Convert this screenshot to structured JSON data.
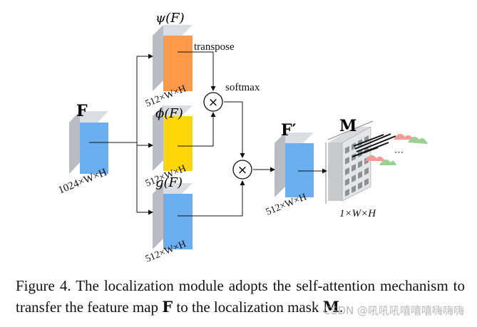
{
  "colors": {
    "blue": "#6aaef0",
    "orange": "#ff9a4a",
    "yellow": "#ffd60a",
    "side_gray": "#b9bcc2",
    "top_gray": "#dadde1",
    "line": "#111111",
    "watermark": "#a0a0a0"
  },
  "blocks": {
    "input": {
      "label_top": "F",
      "dim": "1024×W×H"
    },
    "psi": {
      "label_top": "ψ(F)",
      "dim": "512×W×H"
    },
    "phi": {
      "label_top": "ϕ(F)",
      "dim": "512×W×H"
    },
    "g": {
      "label_top": "g(F)",
      "dim": "512×W×H"
    },
    "fprime": {
      "label_top": "F′",
      "dim": "512×W×H"
    },
    "mask": {
      "label_top": "M",
      "dim": "1×W×H"
    }
  },
  "ops": {
    "transpose": "transpose",
    "softmax": "softmax",
    "mult_symbol": "×"
  },
  "caption": {
    "prefix": "Figure 4. The localization module adopts the self-attention mechanism to transfer the feature map ",
    "bold_f": "F",
    "middle": " to the localization mask ",
    "bold_m": "M",
    "suffix": "."
  },
  "watermark": "CSDN @吼吼吼嘻嘻嘻嗨嗨嗨"
}
